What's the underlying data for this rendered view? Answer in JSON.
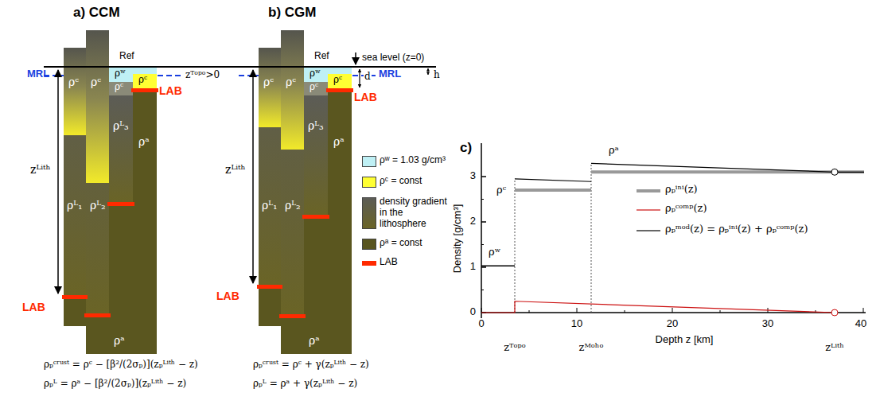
{
  "diagram": {
    "labels": [
      "a) CCM",
      "Ref",
      "MRL",
      "zᴸⁱᵗʰ",
      "ρᶜ",
      "ρᶜ",
      "ρʷ",
      "ρᶜ",
      "ρᶜ",
      "LAB",
      "ρᴸ₁",
      "ρᴸ₂",
      "ρᴸ₃",
      "ρᵃ",
      "LAB",
      "ρᵃ",
      "ρₚᶜʳᵘˢᵗ = ρᶜ − [β²/(2σₚ)](zₚᴸⁱᵗʰ − z)",
      "ρₚᴸ = ρᵃ − [β²/(2σₚ)](zₚᴸⁱᵗʰ − z)",
      "b) CGM",
      "Ref",
      "sea level (z=0)",
      "h",
      "zᵀᵒᵖᵒ>0",
      "MRL",
      "d",
      "LAB",
      "zᴸⁱᵗʰ",
      "ρᶜ",
      "ρᶜ",
      "ρʷ",
      "ρᶜ",
      "ρᶜ",
      "ρᴸ₁",
      "ρᴸ₂",
      "ρᴸ₃",
      "ρᵃ",
      "LAB",
      "ρᵃ",
      "ρₚᶜʳᵘˢᵗ = ρᶜ + γ(zₚᴸⁱᵗʰ − z)",
      "ρₚᴸ = ρᵃ + γ(zₚᴸⁱᵗʰ − z)",
      "c)",
      "3",
      "2",
      "1",
      "0",
      "0",
      "10",
      "20",
      "30",
      "40",
      "Density [g/cm³]",
      "Depth z [km]",
      "zᵀᵒᵖᵒ",
      "zᴹᵒʰᵒ",
      "zᴸⁱᵗʰ",
      "ρʷ",
      "ρᶜ",
      "ρᵃ"
    ],
    "legend": [
      {
        "text": "ρʷ = 1.03 g/cm³",
        "color": "#bff0f5"
      },
      {
        "text": "ρᶜ = const",
        "color": "#ffff33"
      },
      {
        "text": "density gradient in the lithosphere"
      },
      {
        "text": "ρᵃ = const",
        "color": "#58541e"
      },
      {
        "text": "LAB",
        "color": "#ff2a00"
      },
      {
        "text": "ρₚⁱⁿⁱ(z)"
      },
      {
        "text": "ρₚᶜᵒᵐᵖ(z)"
      },
      {
        "text": "ρₚᵐᵒᵈ(z) = ρₚⁱⁿⁱ(z) + ρₚᶜᵒᵐᵖ(z)"
      }
    ]
  }
}
